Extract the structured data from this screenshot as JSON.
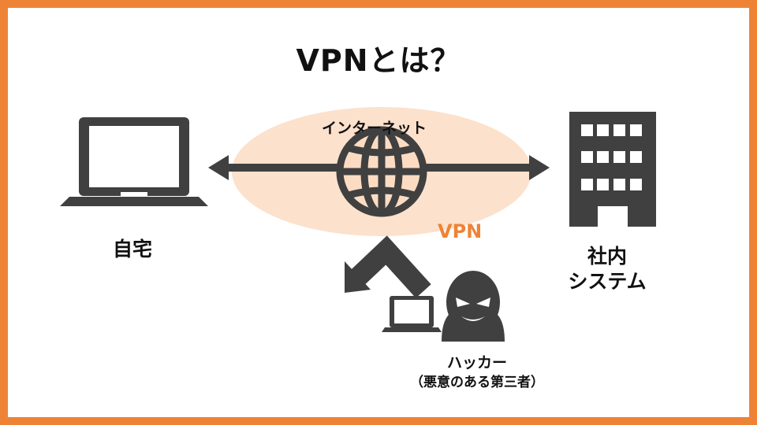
{
  "title": "VPNとは？",
  "labels": {
    "internet": "インターネット",
    "vpn": "VPN",
    "home": "自宅",
    "office_line1": "社内",
    "office_line2": "システム",
    "hacker": "ハッカー",
    "hacker_note": "（悪意のある第三者）"
  },
  "icons": [
    "laptop-icon",
    "globe-icon",
    "building-icon",
    "small-laptop-icon",
    "hacker-icon",
    "interception-arrow-icon"
  ],
  "colors": {
    "border": "#ee8336",
    "vpn_text": "#ee8336",
    "tunnel_fill": "#fbdcc3",
    "icon": "#404040",
    "text": "#111111"
  }
}
